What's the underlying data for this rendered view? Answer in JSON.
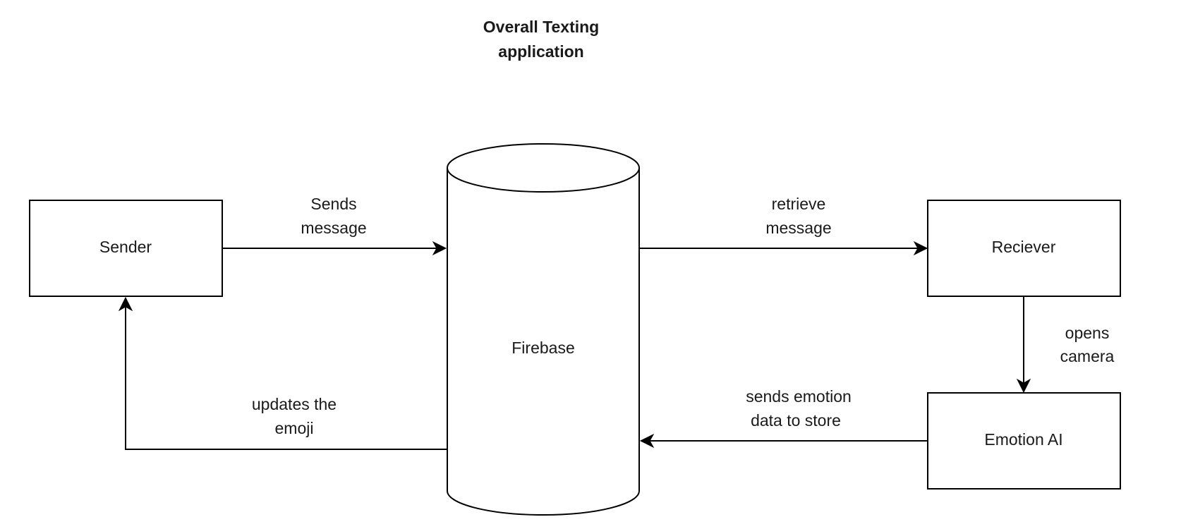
{
  "title": {
    "line1": "Overall Texting",
    "line2": "application"
  },
  "nodes": {
    "sender": "Sender",
    "firebase": "Firebase",
    "receiver": "Reciever",
    "emotion_ai": "Emotion AI"
  },
  "edges": {
    "sends_message": {
      "line1": "Sends",
      "line2": "message"
    },
    "retrieve_message": {
      "line1": "retrieve",
      "line2": "message"
    },
    "opens_camera": {
      "line1": "opens",
      "line2": "camera"
    },
    "sends_emotion": {
      "line1": "sends emotion",
      "line2": "data to store"
    },
    "updates_emoji": {
      "line1": "updates the",
      "line2": "emoji"
    }
  },
  "colors": {
    "stroke": "#000000",
    "fill": "#ffffff",
    "text": "#1a1a1a"
  }
}
